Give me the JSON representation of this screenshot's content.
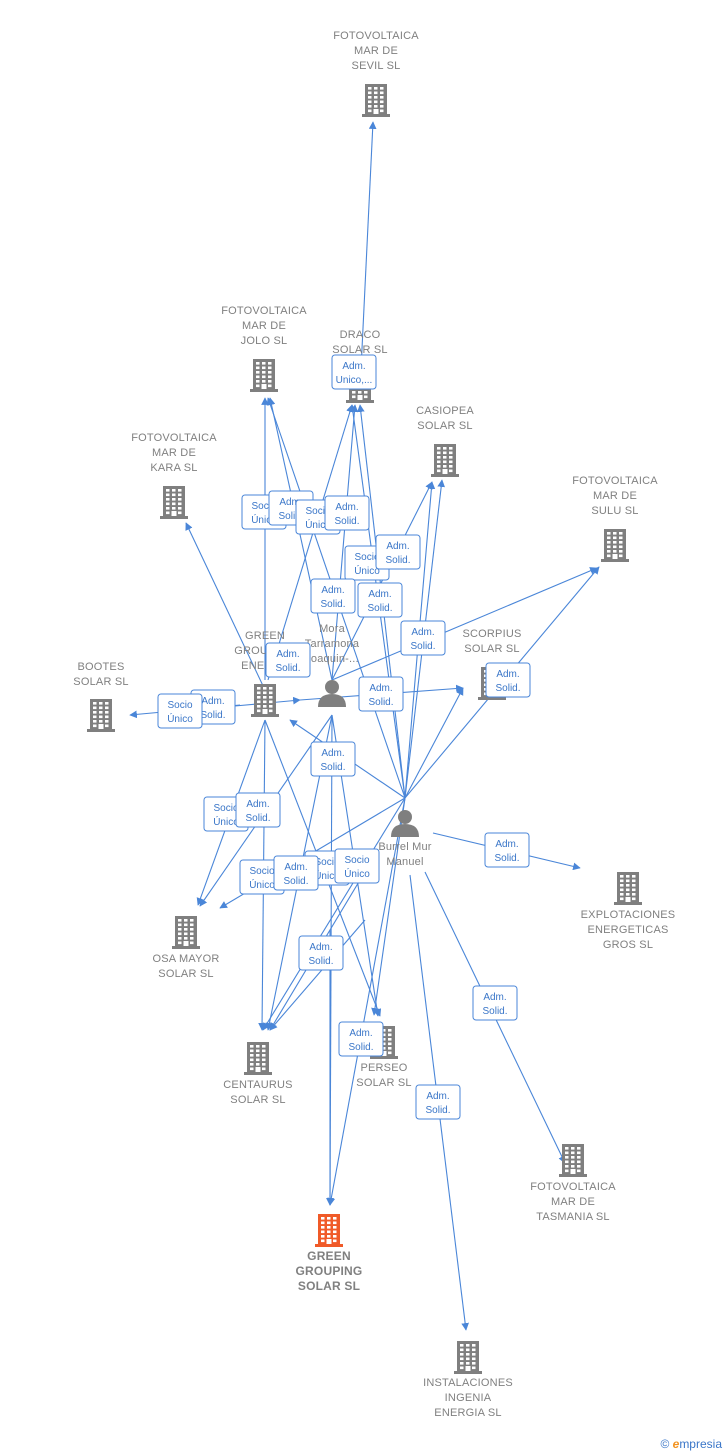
{
  "colors": {
    "edge": "#4a86d8",
    "company": "#7f7f7f",
    "focus": "#f05a28",
    "person": "#7f7f7f"
  },
  "nodes": [
    {
      "id": "sevil",
      "type": "company",
      "lines": [
        "FOTOVOLTAICA",
        "MAR DE",
        "SEVIL  SL"
      ]
    },
    {
      "id": "jolo",
      "type": "company",
      "lines": [
        "FOTOVOLTAICA",
        "MAR DE",
        "JOLO  SL"
      ]
    },
    {
      "id": "draco",
      "type": "company",
      "lines": [
        "DRACO",
        "SOLAR  SL"
      ]
    },
    {
      "id": "casiopea",
      "type": "company",
      "lines": [
        "CASIOPEA",
        "SOLAR  SL"
      ]
    },
    {
      "id": "kara",
      "type": "company",
      "lines": [
        "FOTOVOLTAICA",
        "MAR DE",
        "KARA  SL"
      ]
    },
    {
      "id": "sulu",
      "type": "company",
      "lines": [
        "FOTOVOLTAICA",
        "MAR DE",
        "SULU  SL"
      ]
    },
    {
      "id": "bootes",
      "type": "company",
      "lines": [
        "BOOTES",
        "SOLAR  SL"
      ]
    },
    {
      "id": "green_energy",
      "type": "company",
      "lines": [
        "GREEN",
        "GROUPING",
        "ENERGY"
      ]
    },
    {
      "id": "scorpius",
      "type": "company",
      "lines": [
        "SCORPIUS",
        "SOLAR  SL"
      ]
    },
    {
      "id": "mora",
      "type": "person",
      "lines": [
        "Mora",
        "Tarramona",
        "Joaquin-..."
      ]
    },
    {
      "id": "burrel",
      "type": "person",
      "lines": [
        "Burrel Mur",
        "Manuel"
      ]
    },
    {
      "id": "explotaciones",
      "type": "company",
      "lines": [
        "EXPLOTACIONES",
        "ENERGETICAS",
        "GROS SL"
      ]
    },
    {
      "id": "osa",
      "type": "company",
      "lines": [
        "OSA MAYOR",
        "SOLAR  SL"
      ]
    },
    {
      "id": "centaurus",
      "type": "company",
      "lines": [
        "CENTAURUS",
        "SOLAR  SL"
      ]
    },
    {
      "id": "perseo",
      "type": "company",
      "lines": [
        "PERSEO",
        "SOLAR  SL"
      ]
    },
    {
      "id": "tasmania",
      "type": "company",
      "lines": [
        "FOTOVOLTAICA",
        "MAR DE",
        "TASMANIA  SL"
      ]
    },
    {
      "id": "green_solar",
      "type": "focus",
      "lines": [
        "GREEN",
        "GROUPING",
        "SOLAR  SL"
      ]
    },
    {
      "id": "ingenia",
      "type": "company",
      "lines": [
        "INSTALACIONES",
        "INGENIA",
        "ENERGIA  SL"
      ]
    }
  ],
  "badges": [
    [
      "Adm.",
      "Unico,..."
    ],
    [
      "Socio",
      "Único"
    ],
    [
      "Adm.",
      "Solid."
    ],
    [
      "Socio",
      "Único"
    ],
    [
      "Adm.",
      "Solid."
    ],
    [
      "Socio",
      "Único"
    ],
    [
      "Adm.",
      "Solid."
    ],
    [
      "Adm.",
      "Solid."
    ],
    [
      "Adm.",
      "Solid."
    ],
    [
      "Adm.",
      "Solid."
    ],
    [
      "Adm.",
      "Solid."
    ],
    [
      "Adm.",
      "Solid."
    ],
    [
      "Adm.",
      "Solid."
    ],
    [
      "Socio",
      "Único"
    ],
    [
      "Adm.",
      "Solid."
    ],
    [
      "Socio",
      "Único"
    ],
    [
      "Adm.",
      "Solid."
    ],
    [
      "Socio",
      "Único"
    ],
    [
      "Adm.",
      "Solid."
    ],
    [
      "Socio",
      "Único"
    ],
    [
      "Adm.",
      "Solid."
    ],
    [
      "Socio",
      "Único"
    ],
    [
      "Adm.",
      "Solid."
    ],
    [
      "Adm.",
      "Solid."
    ],
    [
      "Adm.",
      "Solid."
    ],
    [
      "Adm.",
      "Solid."
    ],
    [
      "Adm.",
      "Solid."
    ],
    [
      "Adm.",
      "Unico"
    ]
  ],
  "watermark": {
    "copyright": "©",
    "brand_e": "e",
    "brand_rest": "mpresia"
  }
}
